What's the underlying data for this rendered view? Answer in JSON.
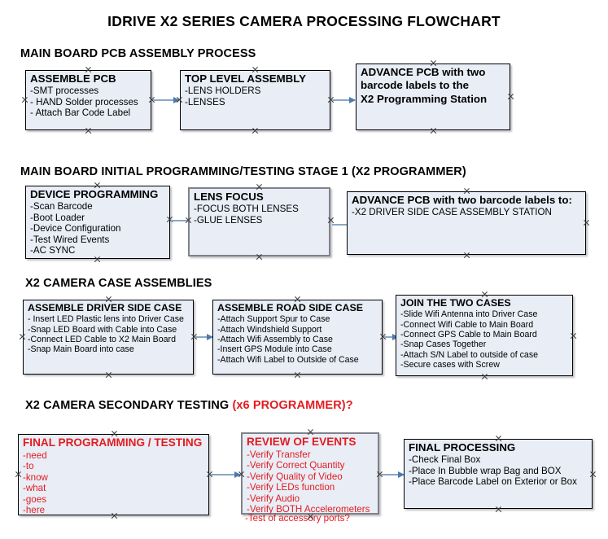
{
  "document": {
    "title": "IDRIVE X2  SERIES CAMERA PROCESSING FLOWCHART"
  },
  "colors": {
    "node_fill": "#e8edf6",
    "node_border": "#000000",
    "node_border_gray": "#808287",
    "accent_red": "#e31c20",
    "arrow": "#8ba7c4",
    "text": "#000000"
  },
  "sections": [
    {
      "id": "main-board-pcb-assembly-process",
      "heading": "MAIN BOARD PCB ASSEMBLY PROCESS",
      "heading_accent": "",
      "nodes": [
        {
          "id": "assemble-pcb",
          "title": "ASSEMBLE PCB",
          "lines": [
            "-SMT processes",
            "- HAND Solder processes",
            "- Attach Bar Code Label"
          ]
        },
        {
          "id": "top-level-assembly",
          "title": "TOP LEVEL ASSEMBLY",
          "lines": [
            "-LENS HOLDERS",
            "-LENSES"
          ]
        },
        {
          "id": "advance-pcb-to-x2-programming-station",
          "title": "ADVANCE PCB with two",
          "lines": [
            "barcode labels to the",
            " X2 Programming Station"
          ]
        }
      ]
    },
    {
      "id": "main-board-initial-programming-testing-stage-1",
      "heading": "MAIN BOARD INITIAL PROGRAMMING/TESTING STAGE 1 (X2 PROGRAMMER)",
      "heading_accent": "",
      "nodes": [
        {
          "id": "device-programming",
          "title": "DEVICE PROGRAMMING",
          "lines": [
            "-Scan Barcode",
            "-Boot Loader",
            "-Device Configuration",
            "-Test Wired Events",
            "-AC SYNC"
          ]
        },
        {
          "id": "lens-focus",
          "title": "LENS FOCUS",
          "lines": [
            "-FOCUS BOTH LENSES",
            "-GLUE LENSES"
          ]
        },
        {
          "id": "advance-pcb-to-driver-side-case-assembly",
          "title": "ADVANCE PCB with two barcode labels to:",
          "lines": [
            "-X2 DRIVER  SIDE  CASE  ASSEMBLY STATION"
          ]
        }
      ]
    },
    {
      "id": "x2-camera-case-assemblies",
      "heading": "X2 CAMERA CASE ASSEMBLIES",
      "heading_accent": "",
      "nodes": [
        {
          "id": "assemble-driver-side-case",
          "title": "ASSEMBLE DRIVER SIDE CASE",
          "lines": [
            "- Insert LED Plastic lens into Driver Case",
            "-Snap LED Board with Cable into Case",
            "-Connect LED Cable to X2 Main Board",
            "-Snap Main Board into case"
          ]
        },
        {
          "id": "assemble-road-side-case",
          "title": "ASSEMBLE ROAD SIDE CASE",
          "lines": [
            "-Attach Support Spur to Case",
            "-Attach Windshield Support",
            "-Attach Wifi Assembly to Case",
            "-Insert GPS Module into Case",
            "-Attach Wifi Label to Outside of Case"
          ]
        },
        {
          "id": "join-the-two-cases",
          "title": "JOIN THE TWO CASES",
          "lines": [
            "-Slide Wifi Antenna into Driver Case",
            "-Connect Wifi Cable to Main Board",
            "-Connect GPS Cable to Main Board",
            "-Snap Cases Together",
            "-Attach S/N Label to outside of case",
            "-Secure cases with Screw"
          ]
        }
      ]
    },
    {
      "id": "x2-camera-secondary-testing",
      "heading": "X2 CAMERA SECONDARY TESTING ",
      "heading_accent": "(x6 PROGRAMMER)?",
      "nodes": [
        {
          "id": "final-programming-testing",
          "title": "FINAL PROGRAMMING / TESTING",
          "lines": [
            "-need",
            "-to",
            "-know",
            "-what",
            "-goes",
            "-here"
          ]
        },
        {
          "id": "review-of-events",
          "title": "REVIEW OF EVENTS",
          "lines": [
            "-Verify Transfer",
            "-Verify Correct Quantity",
            "-Verify Quality of Video",
            "-Verify LEDs function",
            "-Verify Audio",
            "-Verify BOTH Accelerometers"
          ],
          "overflow_line": "-Test of accessory ports?"
        },
        {
          "id": "final-processing",
          "title": "FINAL PROCESSING",
          "lines": [
            " -Check Final Box",
            "-Place In Bubble wrap Bag and BOX",
            "-Place Barcode Label on Exterior or Box"
          ]
        }
      ]
    }
  ]
}
